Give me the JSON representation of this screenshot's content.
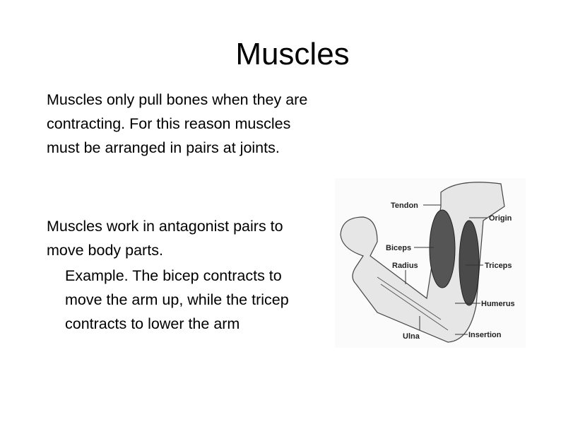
{
  "title": "Muscles",
  "paragraphs": [
    "Muscles only pull bones when they are contracting. For this reason muscles must be arranged in pairs at joints.",
    "Muscles work in antagonist pairs to move body parts.",
    "Example. The bicep contracts to move the arm up, while the tricep contracts to lower the arm"
  ],
  "figure": {
    "labels": {
      "tendon": "Tendon",
      "origin": "Origin",
      "biceps": "Biceps",
      "radius": "Radius",
      "triceps": "Triceps",
      "humerus": "Humerus",
      "ulna": "Ulna",
      "insertion": "Insertion"
    }
  }
}
